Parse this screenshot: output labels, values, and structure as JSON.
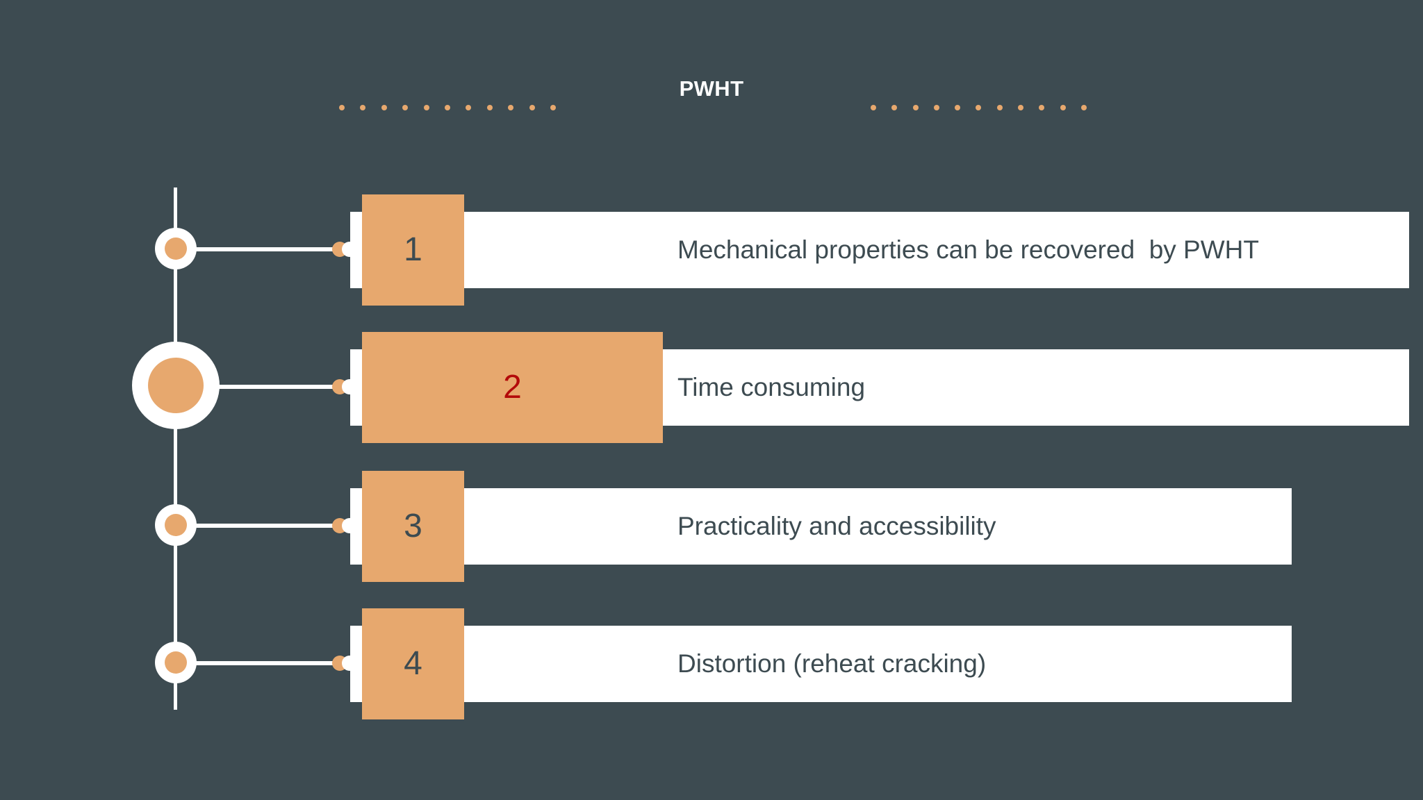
{
  "slide": {
    "background_color": "#3d4b51",
    "accent_color": "#e7a86e",
    "highlight_color": "#b30a0a",
    "bar_color": "#ffffff",
    "text_color": "#3d4b51"
  },
  "header": {
    "title": "PWHT",
    "left_rule_dots": 11,
    "right_rule_dots": 11,
    "rule_dot_color": "#e7a86e"
  },
  "timeline": {
    "items": [
      {
        "number": "1",
        "label": "Mechanical properties can be recovered  by PWHT",
        "active": false,
        "number_color": "#3d4b51",
        "chip_size": "small",
        "bar_size": "wide",
        "node_size": "small"
      },
      {
        "number": "2",
        "label": "Time consuming",
        "active": true,
        "number_color": "#b30a0a",
        "chip_size": "large",
        "bar_size": "wide",
        "node_size": "large"
      },
      {
        "number": "3",
        "label": "Practicality and accessibility",
        "active": false,
        "number_color": "#3d4b51",
        "chip_size": "small",
        "bar_size": "narrow",
        "node_size": "small"
      },
      {
        "number": "4",
        "label": "Distortion (reheat cracking)",
        "active": false,
        "number_color": "#3d4b51",
        "chip_size": "small",
        "bar_size": "narrow",
        "node_size": "small"
      }
    ]
  }
}
